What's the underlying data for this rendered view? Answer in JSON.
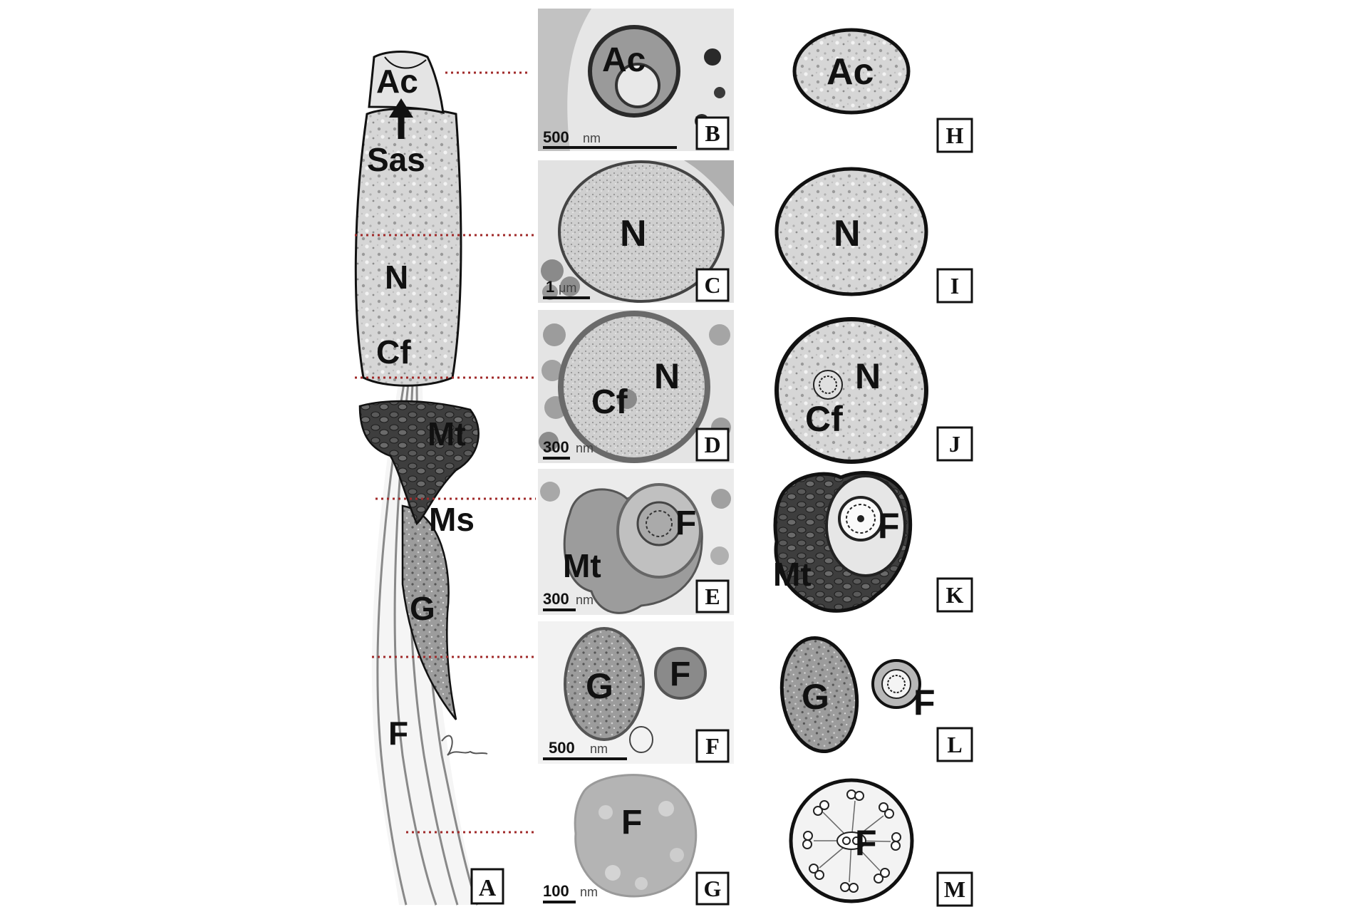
{
  "colors": {
    "guide_line": "#a02a2a",
    "tissue_light": "#d9d9d9",
    "tissue_mid": "#a8a8a8",
    "tissue_dark": "#4a4a4a",
    "outline": "#111111"
  },
  "drawing": {
    "labels": {
      "ac": "Ac",
      "sas": "Sas",
      "n": "N",
      "cf": "Cf",
      "mt": "Mt",
      "ms": "Ms",
      "g": "G",
      "f": "F"
    },
    "panel": "A"
  },
  "micrographs": [
    {
      "panel": "B",
      "labels": [
        "Ac"
      ],
      "scale_value": "500",
      "scale_unit": "nm"
    },
    {
      "panel": "C",
      "labels": [
        "N"
      ],
      "scale_value": "1",
      "scale_unit": "μm"
    },
    {
      "panel": "D",
      "labels": [
        "Cf",
        "N"
      ],
      "scale_value": "300",
      "scale_unit": "nm"
    },
    {
      "panel": "E",
      "labels": [
        "F",
        "Mt"
      ],
      "scale_value": "300",
      "scale_unit": "nm"
    },
    {
      "panel": "F",
      "labels": [
        "G",
        "F"
      ],
      "scale_value": "500",
      "scale_unit": "nm"
    },
    {
      "panel": "G",
      "labels": [
        "F"
      ],
      "scale_value": "100",
      "scale_unit": "nm"
    }
  ],
  "schematics": [
    {
      "panel": "H",
      "labels": [
        "Ac"
      ]
    },
    {
      "panel": "I",
      "labels": [
        "N"
      ]
    },
    {
      "panel": "J",
      "labels": [
        "N",
        "Cf"
      ]
    },
    {
      "panel": "K",
      "labels": [
        "F",
        "Mt"
      ]
    },
    {
      "panel": "L",
      "labels": [
        "G",
        "F"
      ]
    },
    {
      "panel": "M",
      "labels": [
        "F"
      ]
    }
  ]
}
